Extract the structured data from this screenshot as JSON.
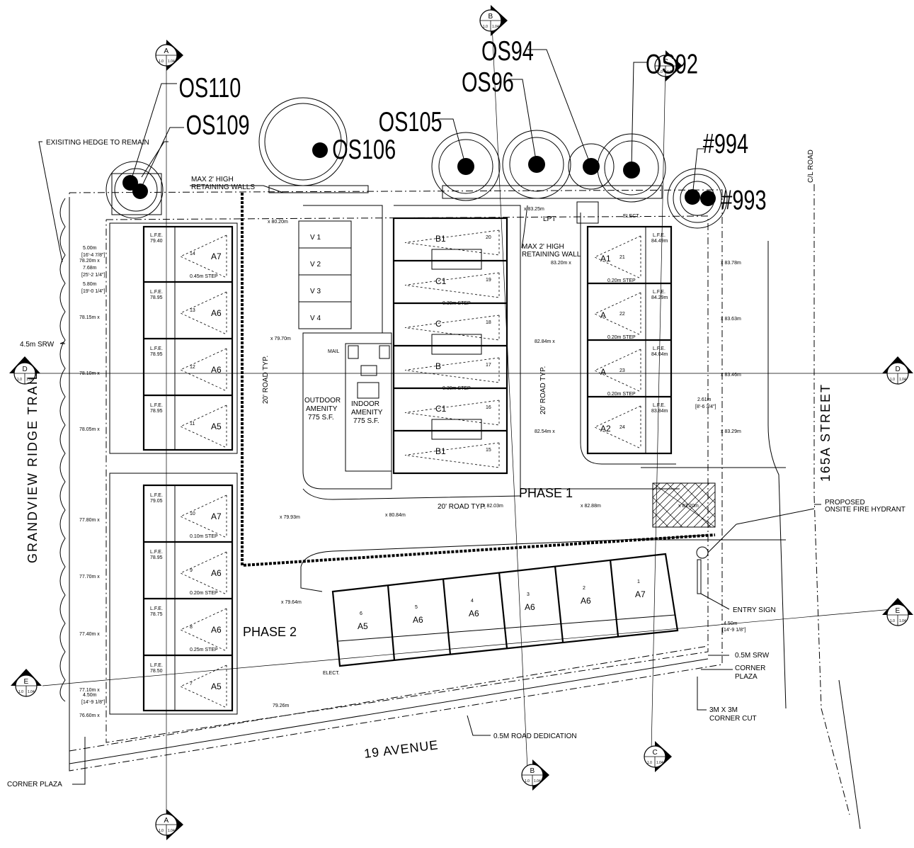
{
  "trees": {
    "os110": "OS110",
    "os109": "OS109",
    "os106": "OS106",
    "os105": "OS105",
    "os96": "OS96",
    "os94": "OS94",
    "os92": "OS92",
    "t994": "#994",
    "t993": "#993"
  },
  "streets": {
    "grandview": "GRANDVIEW RIDGE TRAIL",
    "street165a": "165A STREET",
    "avenue19": "19 AVENUE",
    "cl_road": "C/L ROAD"
  },
  "phases": {
    "phase1": "PHASE 1",
    "phase2": "PHASE 2"
  },
  "notes": {
    "hedge": "EXISITING HEDGE TO REMAIN",
    "retaining1a": "MAX 2' HIGH",
    "retaining1b": "RETAINING WALLS",
    "retaining2a": "MAX 2' HIGH",
    "retaining2b": "RETAINING WALL",
    "srw45": "4.5m SRW",
    "hydrant_a": "PROPOSED",
    "hydrant_b": "ONSITE FIRE HYDRANT",
    "entry_sign": "ENTRY SIGN",
    "srw05": "0.5M SRW",
    "corner_plaza_r1": "CORNER",
    "corner_plaza_r2": "PLAZA",
    "corner_cut1": "3M X 3M",
    "corner_cut2": "CORNER CUT",
    "road_dedication": "0.5M ROAD DEDICATION",
    "corner_plaza_l": "CORNER PLAZA",
    "road_typ_v1": "20' ROAD TYP.",
    "road_typ_v2": "20' ROAD TYP.",
    "road_typ_h": "20' ROAD TYP.",
    "outdoor1": "OUTDOOR",
    "outdoor2": "AMENITY",
    "outdoor3": "775 S.F.",
    "indoor1": "INDOOR",
    "indoor2": "AMENITY",
    "indoor3": "775 S.F.",
    "mail": "MAIL",
    "lpt": "LPT",
    "elect": "ELECT.",
    "elect2": "ELECT."
  },
  "sections": {
    "a_top": "A",
    "a_bot": "A",
    "b_top": "B",
    "b_bot": "B",
    "c_top": "C",
    "c_bot": "C",
    "d_left": "D",
    "d_right": "D",
    "e_left": "E",
    "e_right": "E",
    "sheet_a": "1.0",
    "sheet_b": "1.04"
  },
  "units": {
    "phase2_left": [
      {
        "lfe": "L.F.E.",
        "elev": "79.40",
        "num": "14",
        "type": "A7",
        "step": "0.45m STEP"
      },
      {
        "lfe": "L.F.E.",
        "elev": "78.95",
        "num": "13",
        "type": "A6",
        "step": ""
      },
      {
        "lfe": "L.F.E.",
        "elev": "78.95",
        "num": "12",
        "type": "A6",
        "step": ""
      },
      {
        "lfe": "L.F.E.",
        "elev": "78.95",
        "num": "11",
        "type": "A5",
        "step": ""
      },
      {
        "lfe": "L.F.E.",
        "elev": "79.05",
        "num": "10",
        "type": "A7",
        "step": "0.10m STEP"
      },
      {
        "lfe": "L.F.E.",
        "elev": "78.95",
        "num": "9",
        "type": "A6",
        "step": "0.20m STEP"
      },
      {
        "lfe": "L.F.E.",
        "elev": "78.75",
        "num": "8",
        "type": "A6",
        "step": "0.25m STEP"
      },
      {
        "lfe": "L.F.E.",
        "elev": "78.50",
        "num": "7",
        "type": "A5",
        "step": ""
      }
    ],
    "phase1_center": [
      {
        "type": "B1",
        "num": "20"
      },
      {
        "type": "C1",
        "num": "19",
        "step": "0.30m STEP"
      },
      {
        "type": "C",
        "num": "18"
      },
      {
        "type": "B",
        "num": "17",
        "step": "0.30m STEP"
      },
      {
        "type": "C1",
        "num": "16"
      },
      {
        "type": "B1",
        "num": "15"
      }
    ],
    "phase1_right": [
      {
        "lfe": "L.F.E.",
        "elev": "84.49m",
        "num": "21",
        "type": "A1",
        "step": "0.20m STEP"
      },
      {
        "lfe": "L.F.E.",
        "elev": "84.29m",
        "num": "22",
        "type": "A",
        "step": "0.20m STEP"
      },
      {
        "lfe": "L.F.E.",
        "elev": "84.04m",
        "num": "23",
        "type": "A",
        "step": "0.20m STEP"
      },
      {
        "lfe": "L.F.E.",
        "elev": "83.84m",
        "num": "24",
        "type": "A2",
        "step": ""
      }
    ],
    "bottom_row": [
      {
        "num": "6",
        "type": "A5"
      },
      {
        "num": "5",
        "type": "A6"
      },
      {
        "num": "4",
        "type": "A6"
      },
      {
        "num": "3",
        "type": "A6"
      },
      {
        "num": "2",
        "type": "A6"
      },
      {
        "num": "1",
        "type": "A7"
      }
    ],
    "visitor": [
      "V 1",
      "V 2",
      "V 3",
      "V 4"
    ]
  },
  "elevations": {
    "e1": "x 80.20m",
    "e2": "x 79.70m",
    "e3": "x 83.25m",
    "e4": "83.20m x",
    "e5": "82.84m x",
    "e6": "82.54m x",
    "e7": "x 79.93m",
    "e8": "x 80.84m",
    "e9": "x 82.03m",
    "e10": "x 82.88m",
    "e11": "x 83.20m",
    "e12": "x 79.64m",
    "e13": "x 83.78m",
    "e14": "x 83.63m",
    "e15": "x 83.46m",
    "e16": "x 83.29m",
    "e17": "78.15m x",
    "e18": "78.10m x",
    "e19": "78.05m x",
    "e20": "77.80m x",
    "e21": "77.70m x",
    "e22": "77.40m x",
    "e23": "77.10m x",
    "e24": "76.60m x",
    "e25": "78.20m x",
    "e26": "79.26m"
  },
  "dims": {
    "d1": "5.00m",
    "d2": "[16'-4 7/8\"]",
    "d3": "7.68m",
    "d4": "[25'-2 1/4\"]",
    "d5": "5.80m",
    "d6": "[19'-0 1/4\"]",
    "d7": "4.50m",
    "d8": "[14'-9 1/8\"]",
    "d9": "2.61m",
    "d10": "[8'-6 3/4\"]",
    "d11": "4.50m",
    "d12": "[14'-9 1/8\"]"
  }
}
